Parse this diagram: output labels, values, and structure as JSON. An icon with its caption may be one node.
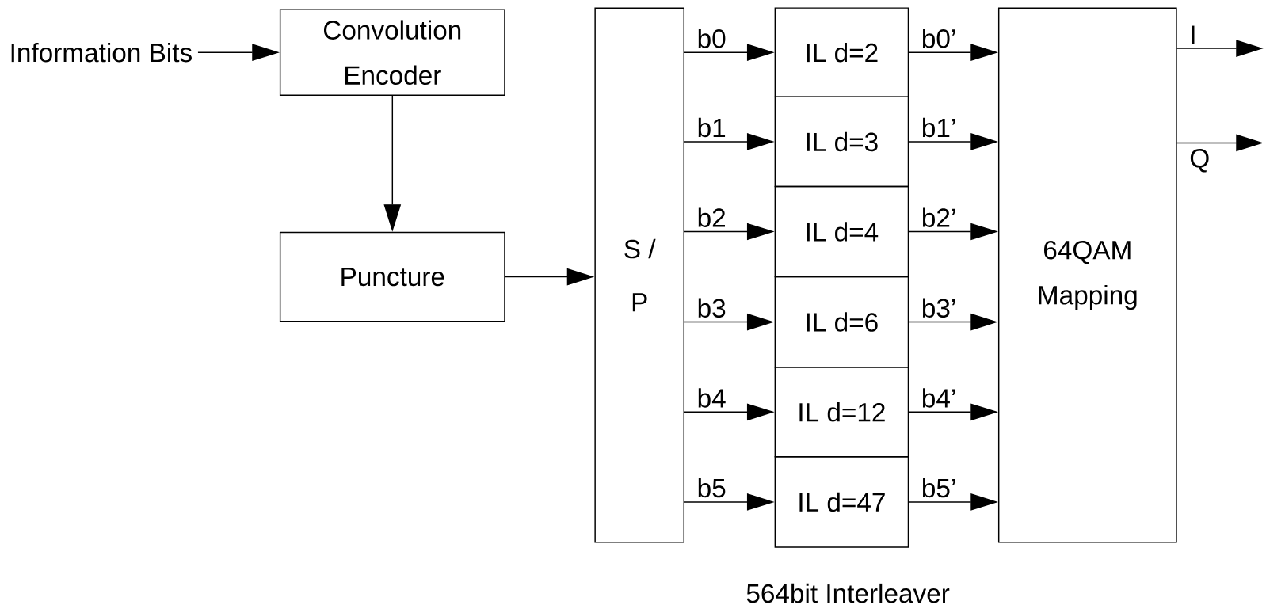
{
  "diagram": {
    "nodes": [
      {
        "text": [
          "Information Bits"
        ]
      },
      {
        "text": [
          "Convolution Encoder"
        ]
      },
      {
        "text": [
          "Puncture"
        ]
      },
      {
        "text": [
          "S / P"
        ]
      },
      {
        "text": [
          "IL d=2"
        ]
      },
      {
        "text": [
          "IL d=3"
        ]
      },
      {
        "text": [
          "IL d=4"
        ]
      },
      {
        "text": [
          "IL d=6"
        ]
      },
      {
        "text": [
          "IL d=12"
        ]
      },
      {
        "text": [
          "IL d=47"
        ]
      },
      {
        "text": [
          "64QAM Mapping"
        ]
      }
    ],
    "edges": [
      {
        "from": 0,
        "to": 1,
        "arrow": "to"
      },
      {
        "from": 1,
        "to": 2,
        "arrow": "to"
      },
      {
        "from": 2,
        "to": 3,
        "arrow": "to"
      },
      {
        "from": 3,
        "to": 4,
        "arrow": "to",
        "label": "b0"
      },
      {
        "from": 3,
        "to": 5,
        "arrow": "to",
        "label": "b1"
      },
      {
        "from": 3,
        "to": 6,
        "arrow": "to",
        "label": "b2"
      },
      {
        "from": 3,
        "to": 7,
        "arrow": "to",
        "label": "b3"
      },
      {
        "from": 3,
        "to": 8,
        "arrow": "to",
        "label": "b4"
      },
      {
        "from": 3,
        "to": 9,
        "arrow": "to",
        "label": "b5"
      },
      {
        "from": 4,
        "to": 10,
        "arrow": "to",
        "label": "b0’"
      },
      {
        "from": 5,
        "to": 10,
        "arrow": "to",
        "label": "b1’"
      },
      {
        "from": 6,
        "to": 10,
        "arrow": "to",
        "label": "b2’"
      },
      {
        "from": 7,
        "to": 10,
        "arrow": "to",
        "label": "b3’"
      },
      {
        "from": 8,
        "to": 10,
        "arrow": "to",
        "label": "b4’"
      },
      {
        "from": 9,
        "to": 10,
        "arrow": "to",
        "label": "b5’"
      },
      {
        "from": 10,
        "to": null,
        "arrow": "to",
        "label": "I"
      },
      {
        "from": 10,
        "to": null,
        "arrow": "to",
        "label": "Q"
      }
    ],
    "labels": [
      "564bit Interleaver"
    ]
  }
}
